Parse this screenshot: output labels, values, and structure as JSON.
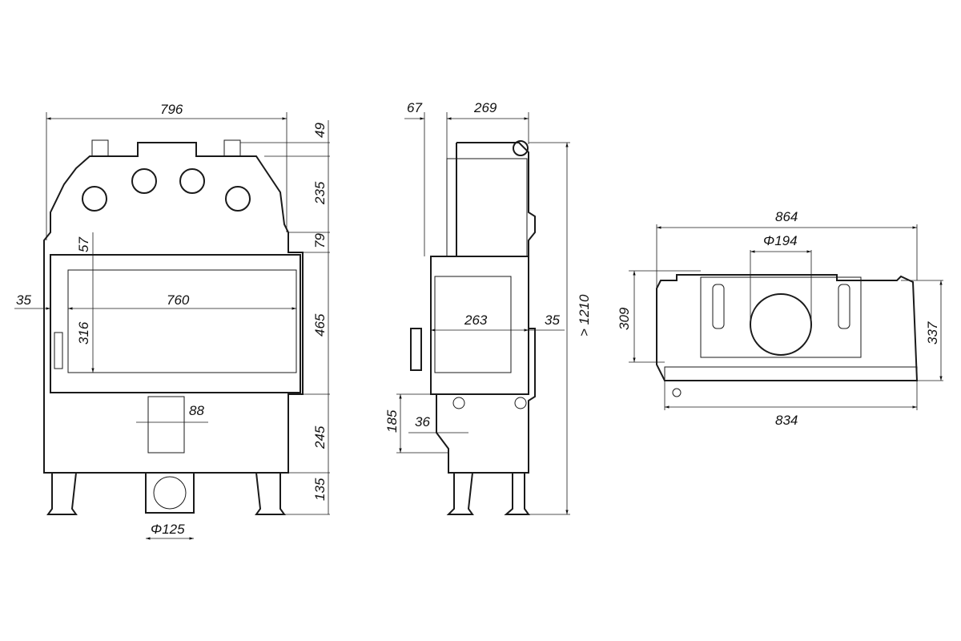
{
  "front_view": {
    "width": "796",
    "top_offset": "49",
    "hood_height": "235",
    "gap_height": "79",
    "glass_top_offset": "57",
    "left_offset": "35",
    "glass_width": "760",
    "glass_height": "316",
    "door_height": "465",
    "air_inlet_width": "88",
    "lower_height": "245",
    "leg_height": "135",
    "inlet_diameter": "Φ125"
  },
  "side_view": {
    "front_depth": "67",
    "top_depth": "269",
    "inner_depth": "263",
    "rear_offset": "35",
    "total_height": "> 1210",
    "handle_height": "185",
    "handle_depth": "36"
  },
  "top_view": {
    "overall_width": "864",
    "flue_diameter": "Φ194",
    "depth_inner": "309",
    "depth_outer": "337",
    "base_width": "834"
  }
}
